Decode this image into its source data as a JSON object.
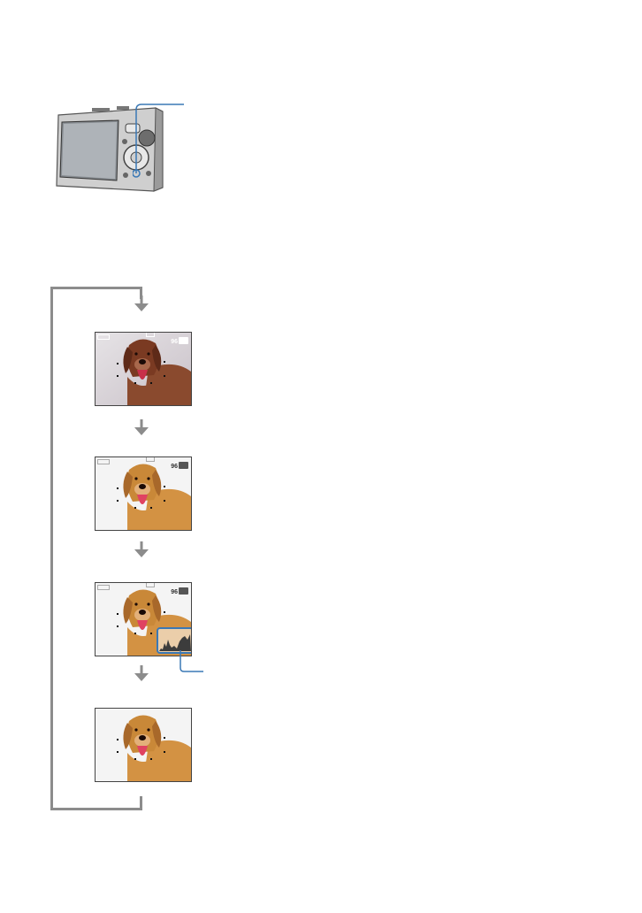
{
  "display_screens": [
    {
      "id": "standard",
      "has_indicators": true,
      "has_histogram": false,
      "backlight": "normal"
    },
    {
      "id": "bright",
      "has_indicators": true,
      "has_histogram": false,
      "backlight": "bright"
    },
    {
      "id": "histogram",
      "has_indicators": true,
      "has_histogram": true,
      "backlight": "bright"
    },
    {
      "id": "indicators-off",
      "has_indicators": false,
      "has_histogram": false,
      "backlight": "bright"
    }
  ],
  "indicators": {
    "image_count": "96",
    "icon_names": [
      "battery-icon",
      "mode-icon",
      "camera-icon"
    ]
  },
  "colors": {
    "callout_blue": "#3a78b5",
    "flow_gray": "#8c8c8c"
  }
}
